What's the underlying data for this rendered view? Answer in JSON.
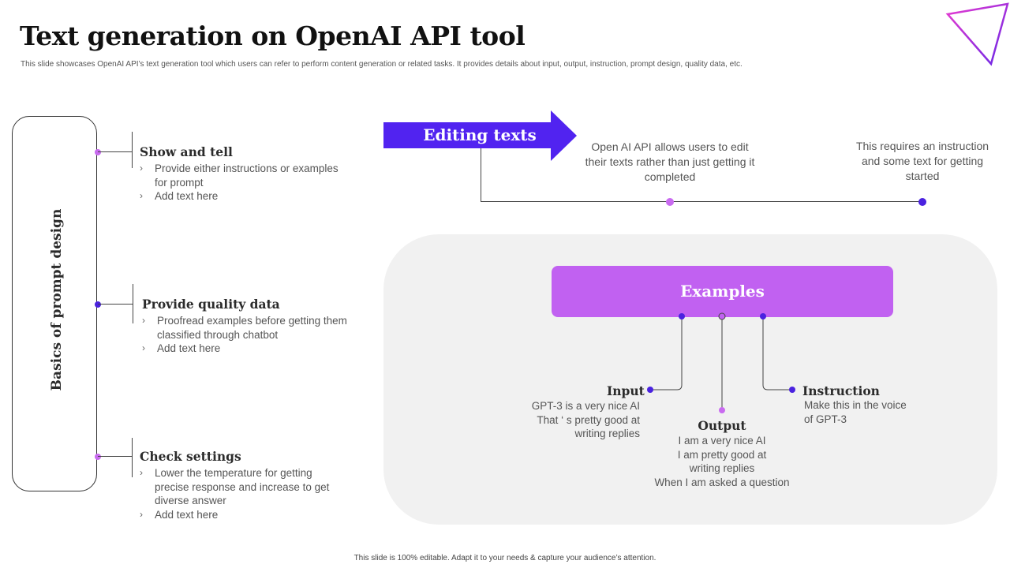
{
  "title": "Text generation on OpenAI API tool",
  "subtitle": "This slide showcases OpenAI API’s text generation tool which users can refer to perform content generation or related tasks. It provides details about input, output, instruction, prompt design, quality data, etc.",
  "footer": "This slide is 100% editable. Adapt it to your needs & capture your audience’s attention.",
  "colors": {
    "purple_dark": "#5123f0",
    "purple_light": "#c161f1",
    "violet_dot": "#4a22e0",
    "pink_dot": "#c96bf0",
    "panel_gray": "#f1f1f1"
  },
  "prompt_design": {
    "vertical_title": "Basics of prompt design",
    "sections": [
      {
        "heading": "Show and tell",
        "bullets": [
          "Provide either instructions or examples for prompt",
          "Add text here"
        ]
      },
      {
        "heading": "Provide quality data",
        "bullets": [
          "Proofread examples before getting them classified through chatbot",
          "Add text here"
        ]
      },
      {
        "heading": "Check settings",
        "bullets": [
          "Lower the temperature for getting precise response and increase to get diverse answer",
          "Add text here"
        ]
      }
    ]
  },
  "editing": {
    "arrow_label": "Editing texts",
    "point1": "Open AI API allows users to edit their texts rather than just getting it completed",
    "point2": "This requires an instruction and some text for getting started"
  },
  "examples": {
    "header": "Examples",
    "input": {
      "heading": "Input",
      "lines": [
        "GPT-3 is a very nice AI",
        "That ‘ s pretty good at",
        "writing replies"
      ]
    },
    "output": {
      "heading": "Output",
      "lines": [
        "I am a very nice AI",
        "I am pretty good at",
        "writing replies",
        "When I am asked a question"
      ]
    },
    "instruction": {
      "heading": "Instruction",
      "lines": [
        "Make this in the voice",
        "of GPT-3"
      ]
    }
  },
  "icons": {
    "corner": "triangle-outline-icon",
    "bullet": "chevron-right-icon"
  }
}
